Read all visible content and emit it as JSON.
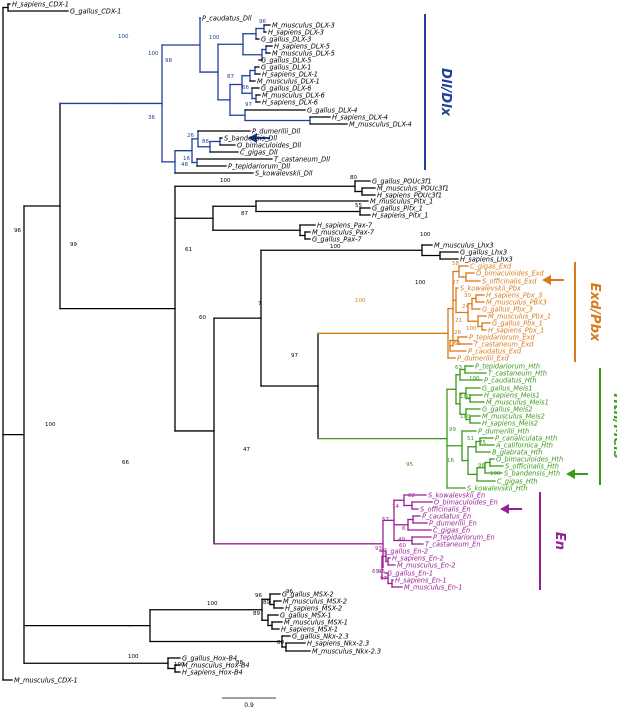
{
  "colors": {
    "default": "#000000",
    "dll_dlx": "#1f3f9a",
    "exd_pbx": "#d97a1a",
    "hth_meis": "#3a9a1a",
    "en": "#9a1f96"
  },
  "groups": [
    {
      "label": "Dll/Dlx",
      "color_key": "dll_dlx"
    },
    {
      "label": "Exd/Pbx",
      "color_key": "exd_pbx"
    },
    {
      "label": "Hth/Meis",
      "color_key": "hth_meis"
    },
    {
      "label": "En",
      "color_key": "en"
    }
  ],
  "scale_bar": {
    "label": "0.9"
  },
  "leaves": [
    {
      "id": "H_sapiens_CDX-1",
      "label": "H_sapiens_CDX-1"
    },
    {
      "id": "G_gallus_CDX-1",
      "label": "G_gallus_CDX-1"
    },
    {
      "id": "P_caudatus_Dll",
      "label": "P_caudatus_Dll"
    },
    {
      "id": "M_musculus_DLX-3",
      "label": "M_musculus_DLX-3"
    },
    {
      "id": "H_sapiens_DLX-3",
      "label": "H_sapiens_DLX-3"
    },
    {
      "id": "G_gallus_DLX-3",
      "label": "G_gallus_DLX-3"
    },
    {
      "id": "H_sapiens_DLX-5",
      "label": "H_sapiens_DLX-5"
    },
    {
      "id": "M_musculus_DLX-5",
      "label": "M_musculus_DLX-5"
    },
    {
      "id": "G_gallus_DLX-5",
      "label": "G_gallus_DLX-5"
    },
    {
      "id": "G_gallus_DLX-1",
      "label": "G_gallus_DLX-1"
    },
    {
      "id": "H_sapiens_DLX-1",
      "label": "H_sapiens_DLX-1"
    },
    {
      "id": "M_musculus_DLX-1",
      "label": "M_musculus_DLX-1"
    },
    {
      "id": "G_gallus_DLX-6",
      "label": "G_gallus_DLX-6"
    },
    {
      "id": "M_musculus_DLX-6",
      "label": "M_musculus_DLX-6"
    },
    {
      "id": "H_sapiens_DLX-6",
      "label": "H_sapiens_DLX-6"
    },
    {
      "id": "G_gallus_DLX-4",
      "label": "G_gallus_DLX-4"
    },
    {
      "id": "H_sapiens_DLX-4",
      "label": "H_sapiens_DLX-4"
    },
    {
      "id": "M_musculus_DLX-4",
      "label": "M_musculus_DLX-4"
    },
    {
      "id": "P_dumerilii_Dll",
      "label": "P_dumerilii_Dll"
    },
    {
      "id": "S_bandensis_Dll",
      "label": "S_bandensis_Dll"
    },
    {
      "id": "O_bimaculoides_Dll",
      "label": "O_bimaculoides_Dll"
    },
    {
      "id": "C_gigas_Dll",
      "label": "C_gigas_Dll"
    },
    {
      "id": "T_castaneum_Dll",
      "label": "T_castaneum_Dll"
    },
    {
      "id": "P_tepidariorum_Dll",
      "label": "P_tepidariorum_Dll"
    },
    {
      "id": "S_kowalevskii_Dll",
      "label": "S_kowalevskii_Dll"
    },
    {
      "id": "G_gallus_POUc3f1",
      "label": "G_gallus_POUc3f1"
    },
    {
      "id": "M_musculus_POUc3f1",
      "label": "M_musculus_POUc3f1"
    },
    {
      "id": "H_sapiens_POUc3f1",
      "label": "H_sapiens_POUc3f1"
    },
    {
      "id": "M_musculus_Pitx_1",
      "label": "M_musculus_Pitx_1"
    },
    {
      "id": "G_gallus_Pitx_1",
      "label": "G_gallus_Pitx_1"
    },
    {
      "id": "H_sapiens_Pitx_1",
      "label": "H_sapiens_Pitx_1"
    },
    {
      "id": "H_sapiens_Pax-7",
      "label": "H_sapiens_Pax-7"
    },
    {
      "id": "M_musculus_Pax-7",
      "label": "M_musculus_Pax-7"
    },
    {
      "id": "G_gallus_Pax-7",
      "label": "G_gallus_Pax-7"
    },
    {
      "id": "M_musculus_Lhx3",
      "label": "M_musculus_Lhx3"
    },
    {
      "id": "G_gallus_Lhx3",
      "label": "G_gallus_Lhx3"
    },
    {
      "id": "H_sapiens_Lhx3",
      "label": "H_sapiens_Lhx3"
    },
    {
      "id": "C_gigas_Exd",
      "label": "C_gigas_Exd"
    },
    {
      "id": "O_bimaculoides_Exd",
      "label": "O_bimaculoides_Exd"
    },
    {
      "id": "S_officinalis_Exd",
      "label": "S_officinalis_Exd"
    },
    {
      "id": "S_kowalevskii_Pbx",
      "label": "S_kowalevskii_Pbx"
    },
    {
      "id": "H_sapiens_Pbx_3",
      "label": "H_sapiens_Pbx_3"
    },
    {
      "id": "M_musculus_PBX3",
      "label": "M_musculus_PBX3"
    },
    {
      "id": "G_gallus_Pbx_3",
      "label": "G_gallus_Pbx_3"
    },
    {
      "id": "M_musculus_Pbx_1",
      "label": "M_musculus_Pbx_1"
    },
    {
      "id": "G_gallus_Pbx_1",
      "label": "G_gallus_Pbx_1"
    },
    {
      "id": "H_sapiens_Pbx_1",
      "label": "H_sapiens_Pbx_1"
    },
    {
      "id": "P_tepidariorum_Exd",
      "label": "P_tepidariorum_Exd"
    },
    {
      "id": "T_castaneum_Exd",
      "label": "T_castaneum_Exd"
    },
    {
      "id": "P_caudatus_Exd",
      "label": "P_caudatus_Exd"
    },
    {
      "id": "P_dumerilii_Exd",
      "label": "P_dumerilii_Exd"
    },
    {
      "id": "P_tepidariorum_Hth",
      "label": "P_tepidariorum_Hth"
    },
    {
      "id": "T_castaneum_Hth",
      "label": "T_castaneum_Hth"
    },
    {
      "id": "P_caudatus_Hth",
      "label": "P_caudatus_Hth"
    },
    {
      "id": "G_gallus_Meis1",
      "label": "G_gallus_Meis1"
    },
    {
      "id": "H_sapiens_Meis1",
      "label": "H_sapiens_Meis1"
    },
    {
      "id": "M_musculus_Meis1",
      "label": "M_musculus_Meis1"
    },
    {
      "id": "G_gallus_Meis2",
      "label": "G_gallus_Meis2"
    },
    {
      "id": "M_musculus_Meis2",
      "label": "M_musculus_Meis2"
    },
    {
      "id": "H_sapiens_Meis2",
      "label": "H_sapiens_Meis2"
    },
    {
      "id": "P_dumerilii_Hth",
      "label": "P_dumerilii_Hth"
    },
    {
      "id": "P_canaliculata_Hth",
      "label": "P_canaliculata_Hth"
    },
    {
      "id": "A_californica_Hth",
      "label": "A_californica_Hth"
    },
    {
      "id": "B_glabrata_Hth",
      "label": "B_glabrata_Hth"
    },
    {
      "id": "O_bimaculoides_Hth",
      "label": "O_bimaculoides_Hth"
    },
    {
      "id": "S_officinalis_Hth",
      "label": "S_officinalis_Hth"
    },
    {
      "id": "S_bandensis_Hth",
      "label": "S_bandensis_Hth"
    },
    {
      "id": "C_gigas_Hth",
      "label": "C_gigas_Hth"
    },
    {
      "id": "S_kowalevskii_Hth",
      "label": "S_kowalevskii_Hth"
    },
    {
      "id": "S_kowalevskii_En",
      "label": "S_kowalevskii_En"
    },
    {
      "id": "O_bimaculoides_En",
      "label": "O_bimaculoides_En"
    },
    {
      "id": "S_officinalis_En",
      "label": "S_officinalis_En"
    },
    {
      "id": "P_caudatus_En",
      "label": "P_caudatus_En"
    },
    {
      "id": "P_dumerilii_En",
      "label": "P_dumerilii_En"
    },
    {
      "id": "C_gigas_En",
      "label": "C_gigas_En"
    },
    {
      "id": "P_tepidariorum_En",
      "label": "P_tepidariorum_En"
    },
    {
      "id": "T_castaneum_En",
      "label": "T_castaneum_En"
    },
    {
      "id": "G_gallus_En-2",
      "label": "G_gallus_En-2"
    },
    {
      "id": "H_sapiens_En-2",
      "label": "H_sapiens_En-2"
    },
    {
      "id": "M_musculus_En-2",
      "label": "M_musculus_En-2"
    },
    {
      "id": "G_gallus_En-1",
      "label": "G_gallus_En-1"
    },
    {
      "id": "H_sapiens_En-1",
      "label": "H_sapiens_En-1"
    },
    {
      "id": "M_musculus_En-1",
      "label": "M_musculus_En-1"
    },
    {
      "id": "G_gallus_MSX-2",
      "label": "G_gallus_MSX-2"
    },
    {
      "id": "M_musculus_MSX-2",
      "label": "M_musculus_MSX-2"
    },
    {
      "id": "H_sapiens_MSX-2",
      "label": "H_sapiens_MSX-2"
    },
    {
      "id": "G_gallus_MSX-1",
      "label": "G_gallus_MSX-1"
    },
    {
      "id": "M_musculus_MSX-1",
      "label": "M_musculus_MSX-1"
    },
    {
      "id": "H_sapiens_MSX-1",
      "label": "H_sapiens_MSX-1"
    },
    {
      "id": "G_gallus_Nkx-2.3",
      "label": "G_gallus_Nkx-2.3"
    },
    {
      "id": "H_sapiens_Nkx-2.3",
      "label": "H_sapiens_Nkx-2.3"
    },
    {
      "id": "M_musculus_Nkx-2.3",
      "label": "M_musculus_Nkx-2.3"
    },
    {
      "id": "G_gallus_Hox-B4",
      "label": "G_gallus_Hox-B4"
    },
    {
      "id": "M_musculus_Hox-B4",
      "label": "M_musculus_Hox-B4"
    },
    {
      "id": "H_sapiens_Hox-B4",
      "label": "H_sapiens_Hox-B4"
    },
    {
      "id": "M_musculus_CDX-1",
      "label": "M_musculus_CDX-1"
    }
  ],
  "support_values": [
    "96",
    "100",
    "99",
    "61",
    "60",
    "87",
    "7",
    "97",
    "47",
    "66",
    "100",
    "100",
    "98",
    "36",
    "100",
    "96",
    "87",
    "66",
    "97",
    "100",
    "26",
    "86",
    "16",
    "48",
    "63",
    "100",
    "51",
    "100",
    "75",
    "98",
    "100",
    "100",
    "100",
    "80",
    "55",
    "58",
    "100",
    "27",
    "21",
    "30",
    "24",
    "26",
    "65",
    "100",
    "95",
    "99",
    "16",
    "100",
    "100",
    "100",
    "88",
    "96",
    "62",
    "14",
    "57",
    "6",
    "49",
    "60",
    "93",
    "69",
    "95",
    "97",
    "96",
    "89",
    "89",
    "80",
    "100",
    "100"
  ]
}
